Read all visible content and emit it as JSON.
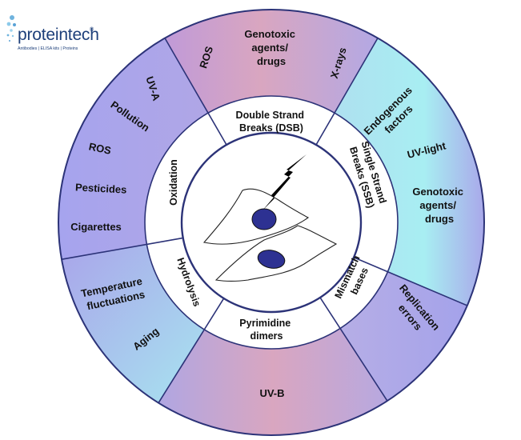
{
  "logo": {
    "brand": "proteintech",
    "registered_mark": "®",
    "tagline": "Antibodies | ELISA kits | Proteins"
  },
  "inner_ring": {
    "dsb": [
      "Double Strand",
      "Breaks (DSB)"
    ],
    "ssb": [
      "Single Strand",
      "Breaks (SSB)"
    ],
    "mismatch": [
      "Mismatch",
      "bases"
    ],
    "pyrimidine": [
      "Pyrimidine",
      "dimers"
    ],
    "hydrolysis": "Hydrolysis",
    "oxidation": "Oxidation"
  },
  "outer_ring": {
    "dsb": {
      "ros": "ROS",
      "genotoxic": [
        "Genotoxic",
        "agents/",
        "drugs"
      ],
      "xrays": "X-rays"
    },
    "ssb": {
      "endogenous": [
        "Endogenous",
        "factors"
      ],
      "uvlight": "UV-light",
      "genotoxic": [
        "Genotoxic",
        "agents/",
        "drugs"
      ]
    },
    "mismatch": {
      "replication": [
        "Replication",
        "errors"
      ]
    },
    "pyrimidine": {
      "uvb": "UV-B"
    },
    "hydrolysis": {
      "temperature": [
        "Temperature",
        "fluctuations"
      ],
      "aging": "Aging"
    },
    "oxidation": {
      "uva": "UV-A",
      "pollution": "Pollution",
      "ros": "ROS",
      "pesticides": "Pesticides",
      "cigarettes": "Cigarettes"
    }
  },
  "colors": {
    "ring_stroke": "#2c3378",
    "nucleus": "#2d3192",
    "pink": "#d9a6c0",
    "violet": "#a8a2ea",
    "cyan": "#a8eef2"
  }
}
